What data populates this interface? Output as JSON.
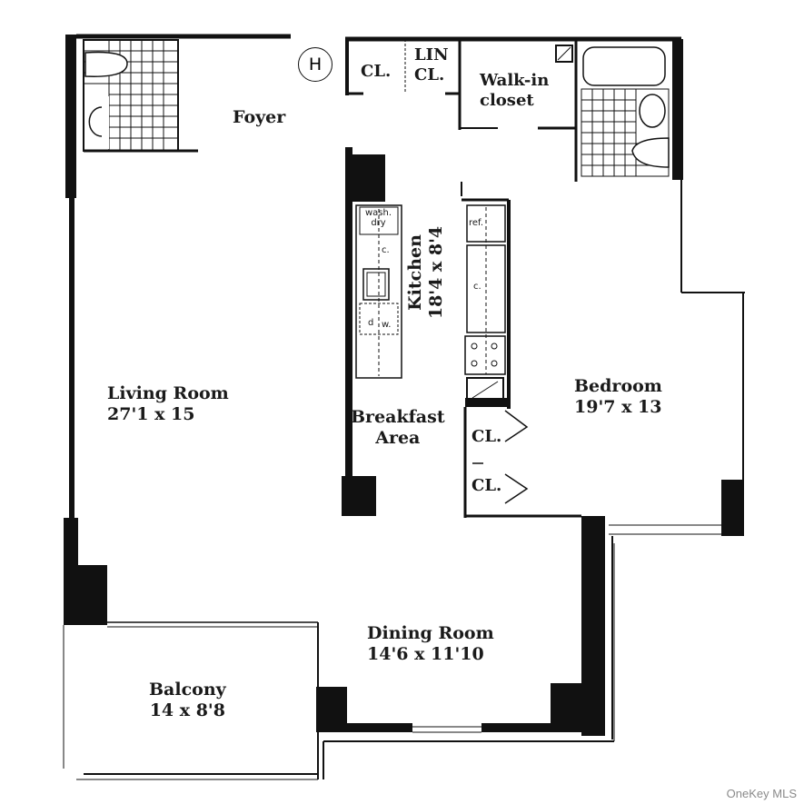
{
  "floor_plan": {
    "rooms": [
      {
        "id": "foyer",
        "name": "Foyer",
        "dimensions": ""
      },
      {
        "id": "living",
        "name": "Living Room",
        "dimensions": "27'1 x 15"
      },
      {
        "id": "kitchen",
        "name": "Kitchen",
        "dimensions": "18'4 x 8'4"
      },
      {
        "id": "breakfast",
        "name": "Breakfast Area",
        "line1": "Breakfast",
        "line2": "Area"
      },
      {
        "id": "bedroom",
        "name": "Bedroom",
        "dimensions": "19'7 x 13"
      },
      {
        "id": "dining",
        "name": "Dining Room",
        "dimensions": "14'6 x 11'10"
      },
      {
        "id": "balcony",
        "name": "Balcony",
        "dimensions": "14 x 8'8"
      },
      {
        "id": "walkin",
        "name": "Walk-in closet",
        "line1": "Walk-in",
        "line2": "closet"
      }
    ],
    "closets": {
      "cl1": "CL.",
      "lin_cl_1": "LIN",
      "lin_cl_2": "CL.",
      "bed_cl_a": "CL.",
      "bed_cl_b": "CL."
    },
    "fixtures": {
      "wash_dry_1": "wash.",
      "wash_dry_2": "dry",
      "ref": "ref.",
      "counter": "c.",
      "dishwasher": "d",
      "w": "w."
    },
    "entry_marker": "H"
  },
  "watermark": "OneKey MLS"
}
